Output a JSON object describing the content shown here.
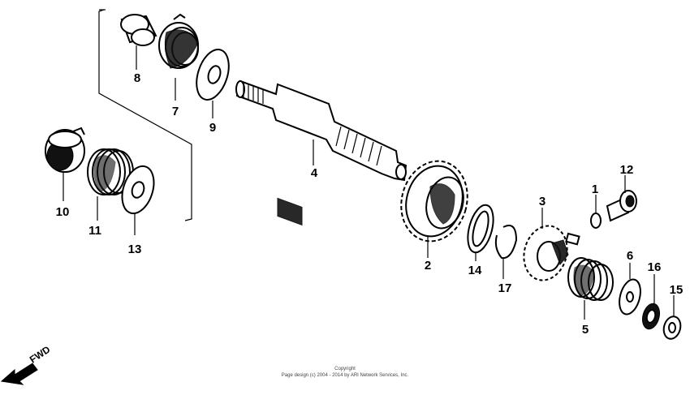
{
  "diagram": {
    "labels": {
      "p1": "1",
      "p2": "2",
      "p3": "3",
      "p4": "4",
      "p5": "5",
      "p6": "6",
      "p7": "7",
      "p8": "8",
      "p9": "9",
      "p10": "10",
      "p11": "11",
      "p12": "12",
      "p13": "13",
      "p14": "14",
      "p15": "15",
      "p16": "16",
      "p17": "17"
    },
    "direction_label": "FWD",
    "copyright": {
      "line1": "Copyright",
      "line2": "Page design (c) 2004 - 2014 by ARI Network Services, Inc."
    }
  }
}
